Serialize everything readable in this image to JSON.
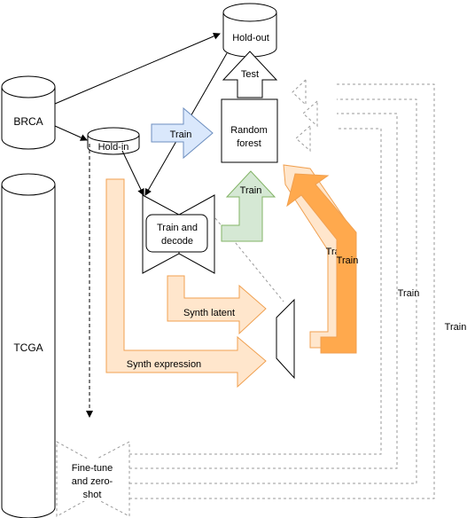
{
  "nodes": {
    "brca": "BRCA",
    "tcga": "TCGA",
    "hold_out": "Hold-out",
    "hold_in": "Hold-in",
    "random_forest": [
      "Random",
      "forest"
    ],
    "train_decode": [
      "Train and",
      "decode"
    ],
    "finetune": [
      "Fine-tune",
      "and zero-",
      "shot"
    ]
  },
  "arrows": {
    "test": "Test",
    "train_blue": "Train",
    "train_green": "Train",
    "synth_latent": "Synth latent",
    "synth_expression": "Synth expression",
    "train_orange_light": "Train",
    "train_orange_dark": "Train",
    "train_loop_inner": "Train",
    "train_loop_outer": "Train"
  },
  "colors": {
    "blue_fill": "#dae8fc",
    "blue_stroke": "#6c8ebf",
    "green_fill": "#d5e8d4",
    "green_stroke": "#82b366",
    "orange_light_fill": "#ffe6cc",
    "orange_fill": "#ffcc99",
    "orange_dark_fill": "#ffa94d",
    "orange_stroke": "#f0a050"
  }
}
